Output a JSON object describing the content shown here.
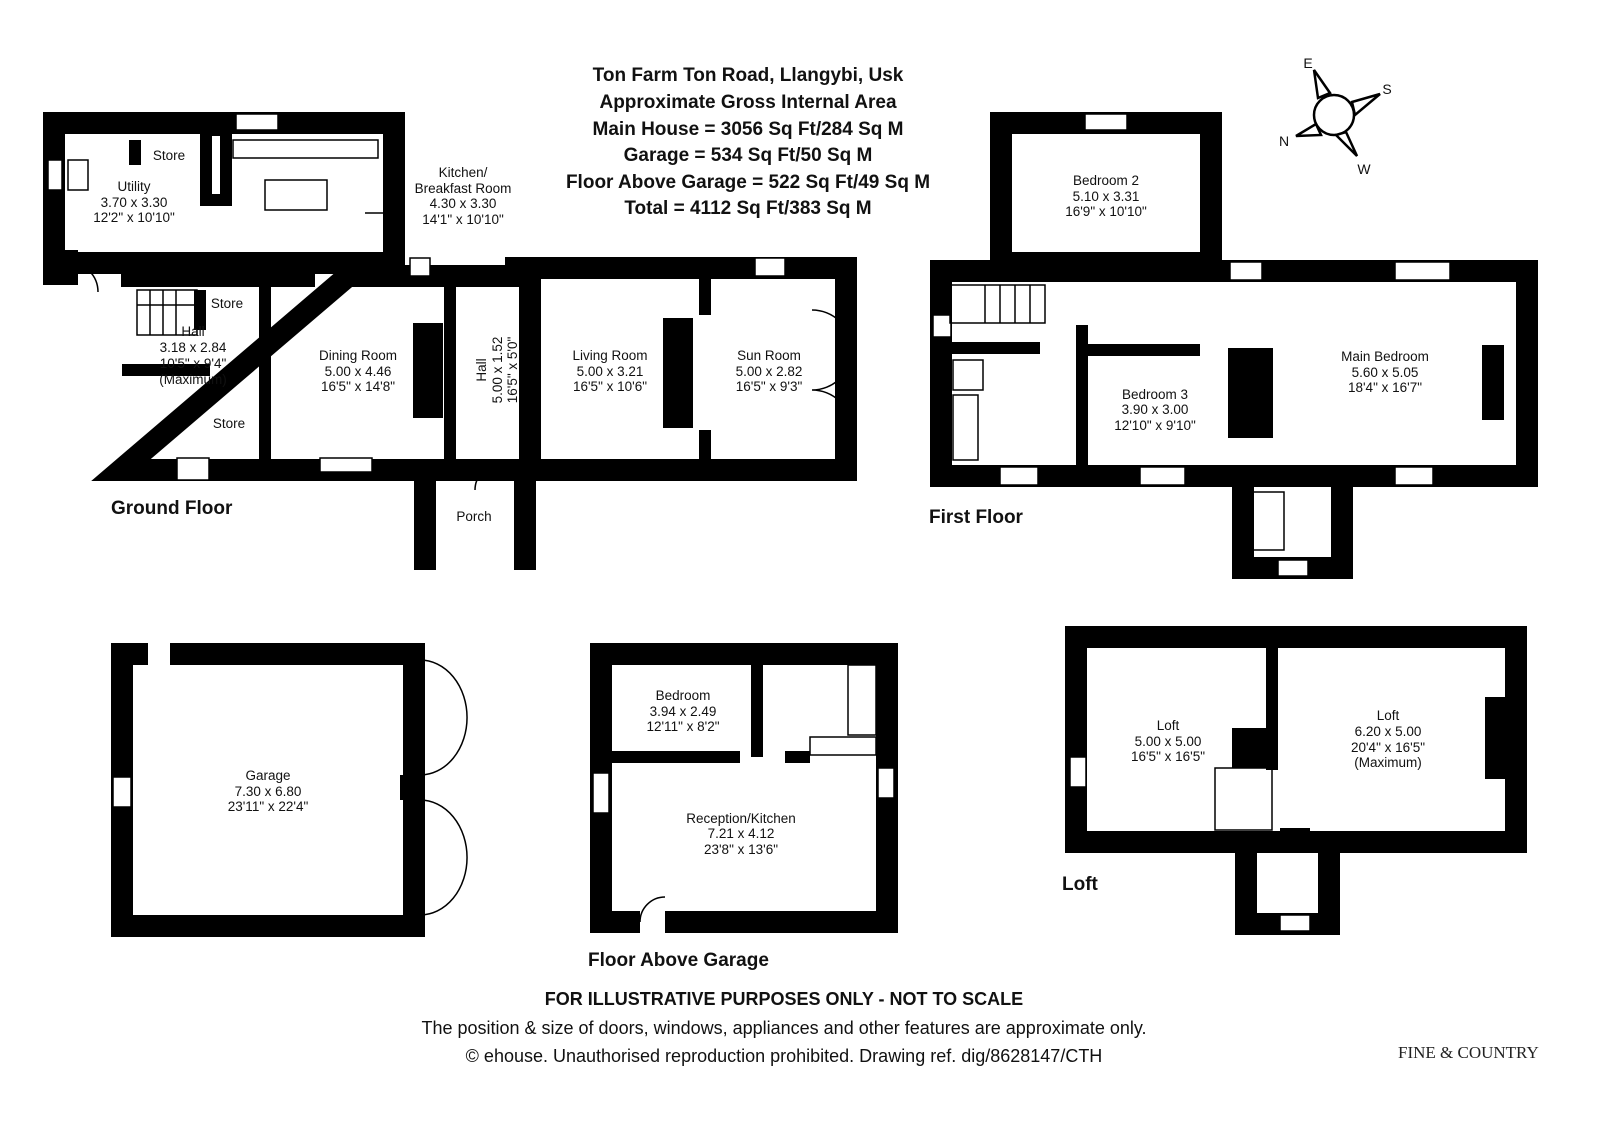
{
  "header": {
    "lines": [
      "Ton Farm Ton Road, Llangybi, Usk",
      "Approximate Gross Internal Area",
      "Main House = 3056 Sq Ft/284 Sq M",
      "Garage = 534 Sq Ft/50 Sq M",
      "Floor Above Garage = 522 Sq Ft/49 Sq M",
      "Total = 4112 Sq Ft/383 Sq M"
    ]
  },
  "compass": {
    "n": "N",
    "e": "E",
    "s": "S",
    "w": "W"
  },
  "floors": {
    "ground": {
      "label": "Ground Floor",
      "rooms": {
        "store1": {
          "name": "Store"
        },
        "utility": {
          "name": "Utility",
          "metric": "3.70 x 3.30",
          "imperial": "12'2\" x 10'10\""
        },
        "kitchen": {
          "name": "Kitchen/",
          "name2": "Breakfast Room",
          "metric": "4.30 x 3.30",
          "imperial": "14'1\" x 10'10\""
        },
        "store2": {
          "name": "Store"
        },
        "hall": {
          "name": "Hall",
          "metric": "3.18 x 2.84",
          "imperial": "10'5\" x 9'4\"",
          "note": "(Maximum)"
        },
        "store3": {
          "name": "Store"
        },
        "dining": {
          "name": "Dining Room",
          "metric": "5.00 x 4.46",
          "imperial": "16'5\" x 14'8\""
        },
        "hall2": {
          "name": "Hall",
          "metric": "5.00 x 1.52",
          "imperial": "16'5\" x 5'0\""
        },
        "living": {
          "name": "Living Room",
          "metric": "5.00 x 3.21",
          "imperial": "16'5\" x 10'6\""
        },
        "sun": {
          "name": "Sun Room",
          "metric": "5.00 x 2.82",
          "imperial": "16'5\" x 9'3\""
        },
        "porch": {
          "name": "Porch"
        }
      }
    },
    "first": {
      "label": "First Floor",
      "rooms": {
        "bed2": {
          "name": "Bedroom 2",
          "metric": "5.10 x 3.31",
          "imperial": "16'9\" x 10'10\""
        },
        "bed3": {
          "name": "Bedroom 3",
          "metric": "3.90 x 3.00",
          "imperial": "12'10\" x 9'10\""
        },
        "main": {
          "name": "Main Bedroom",
          "metric": "5.60 x 5.05",
          "imperial": "18'4\" x 16'7\""
        }
      }
    },
    "garage": {
      "rooms": {
        "garage": {
          "name": "Garage",
          "metric": "7.30 x 6.80",
          "imperial": "23'11\" x 22'4\""
        }
      }
    },
    "above_garage": {
      "label": "Floor Above Garage",
      "rooms": {
        "bedroom": {
          "name": "Bedroom",
          "metric": "3.94 x 2.49",
          "imperial": "12'11\" x 8'2\""
        },
        "reception": {
          "name": "Reception/Kitchen",
          "metric": "7.21 x 4.12",
          "imperial": "23'8\" x 13'6\""
        }
      }
    },
    "loft": {
      "label": "Loft",
      "rooms": {
        "loft1": {
          "name": "Loft",
          "metric": "5.00 x 5.00",
          "imperial": "16'5\" x 16'5\""
        },
        "loft2": {
          "name": "Loft",
          "metric": "6.20 x 5.00",
          "imperial": "20'4\" x 16'5\"",
          "note": "(Maximum)"
        }
      }
    }
  },
  "footer": {
    "disclaimer": "FOR ILLUSTRATIVE PURPOSES ONLY - NOT TO SCALE",
    "note": "The position & size of doors, windows, appliances and other features are approximate only.",
    "copyright": "© ehouse. Unauthorised reproduction prohibited. Drawing ref. dig/8628147/CTH",
    "logo": "FINE & COUNTRY"
  }
}
